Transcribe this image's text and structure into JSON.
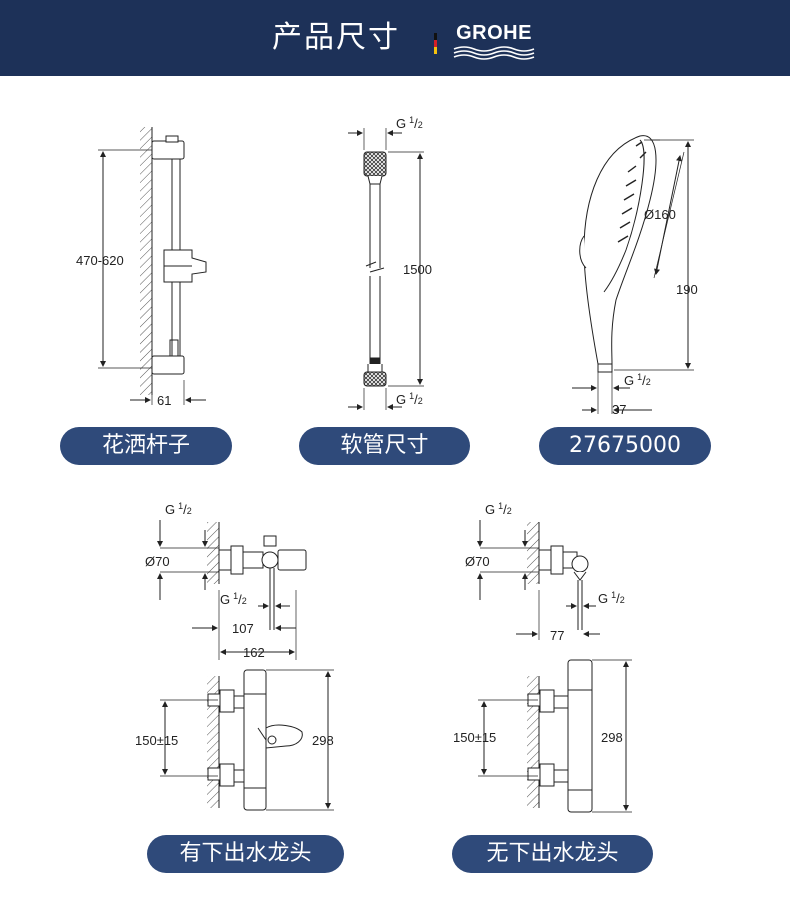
{
  "header": {
    "title": "产品尺寸",
    "brand": "GROHE",
    "colors": {
      "background": "#1d3158",
      "pill": "#2f4a7a",
      "flag": [
        "#111111",
        "#d41f26",
        "#f4c20d"
      ]
    }
  },
  "panels": {
    "rail": {
      "label": "花洒杆子",
      "height": "470-620",
      "depth": "61"
    },
    "hose": {
      "label": "软管尺寸",
      "thread_top": "G",
      "thread_bottom": "G",
      "length": "1500"
    },
    "handshower": {
      "label": "27675000",
      "diameter": "Ø160",
      "height": "190",
      "thread": "G",
      "width": "37"
    },
    "mixer_spout": {
      "label": "有下出水龙头",
      "thread_top": "G",
      "diameter": "Ø70",
      "thread_out": "G",
      "offset": "107",
      "depth": "162",
      "centers": "150±15",
      "height": "298"
    },
    "mixer_nospout": {
      "label": "无下出水龙头",
      "thread_top": "G",
      "diameter": "Ø70",
      "thread_out": "G",
      "offset": "77",
      "centers": "150±15",
      "height": "298"
    }
  },
  "fraction": {
    "num": "1",
    "den": "2"
  }
}
